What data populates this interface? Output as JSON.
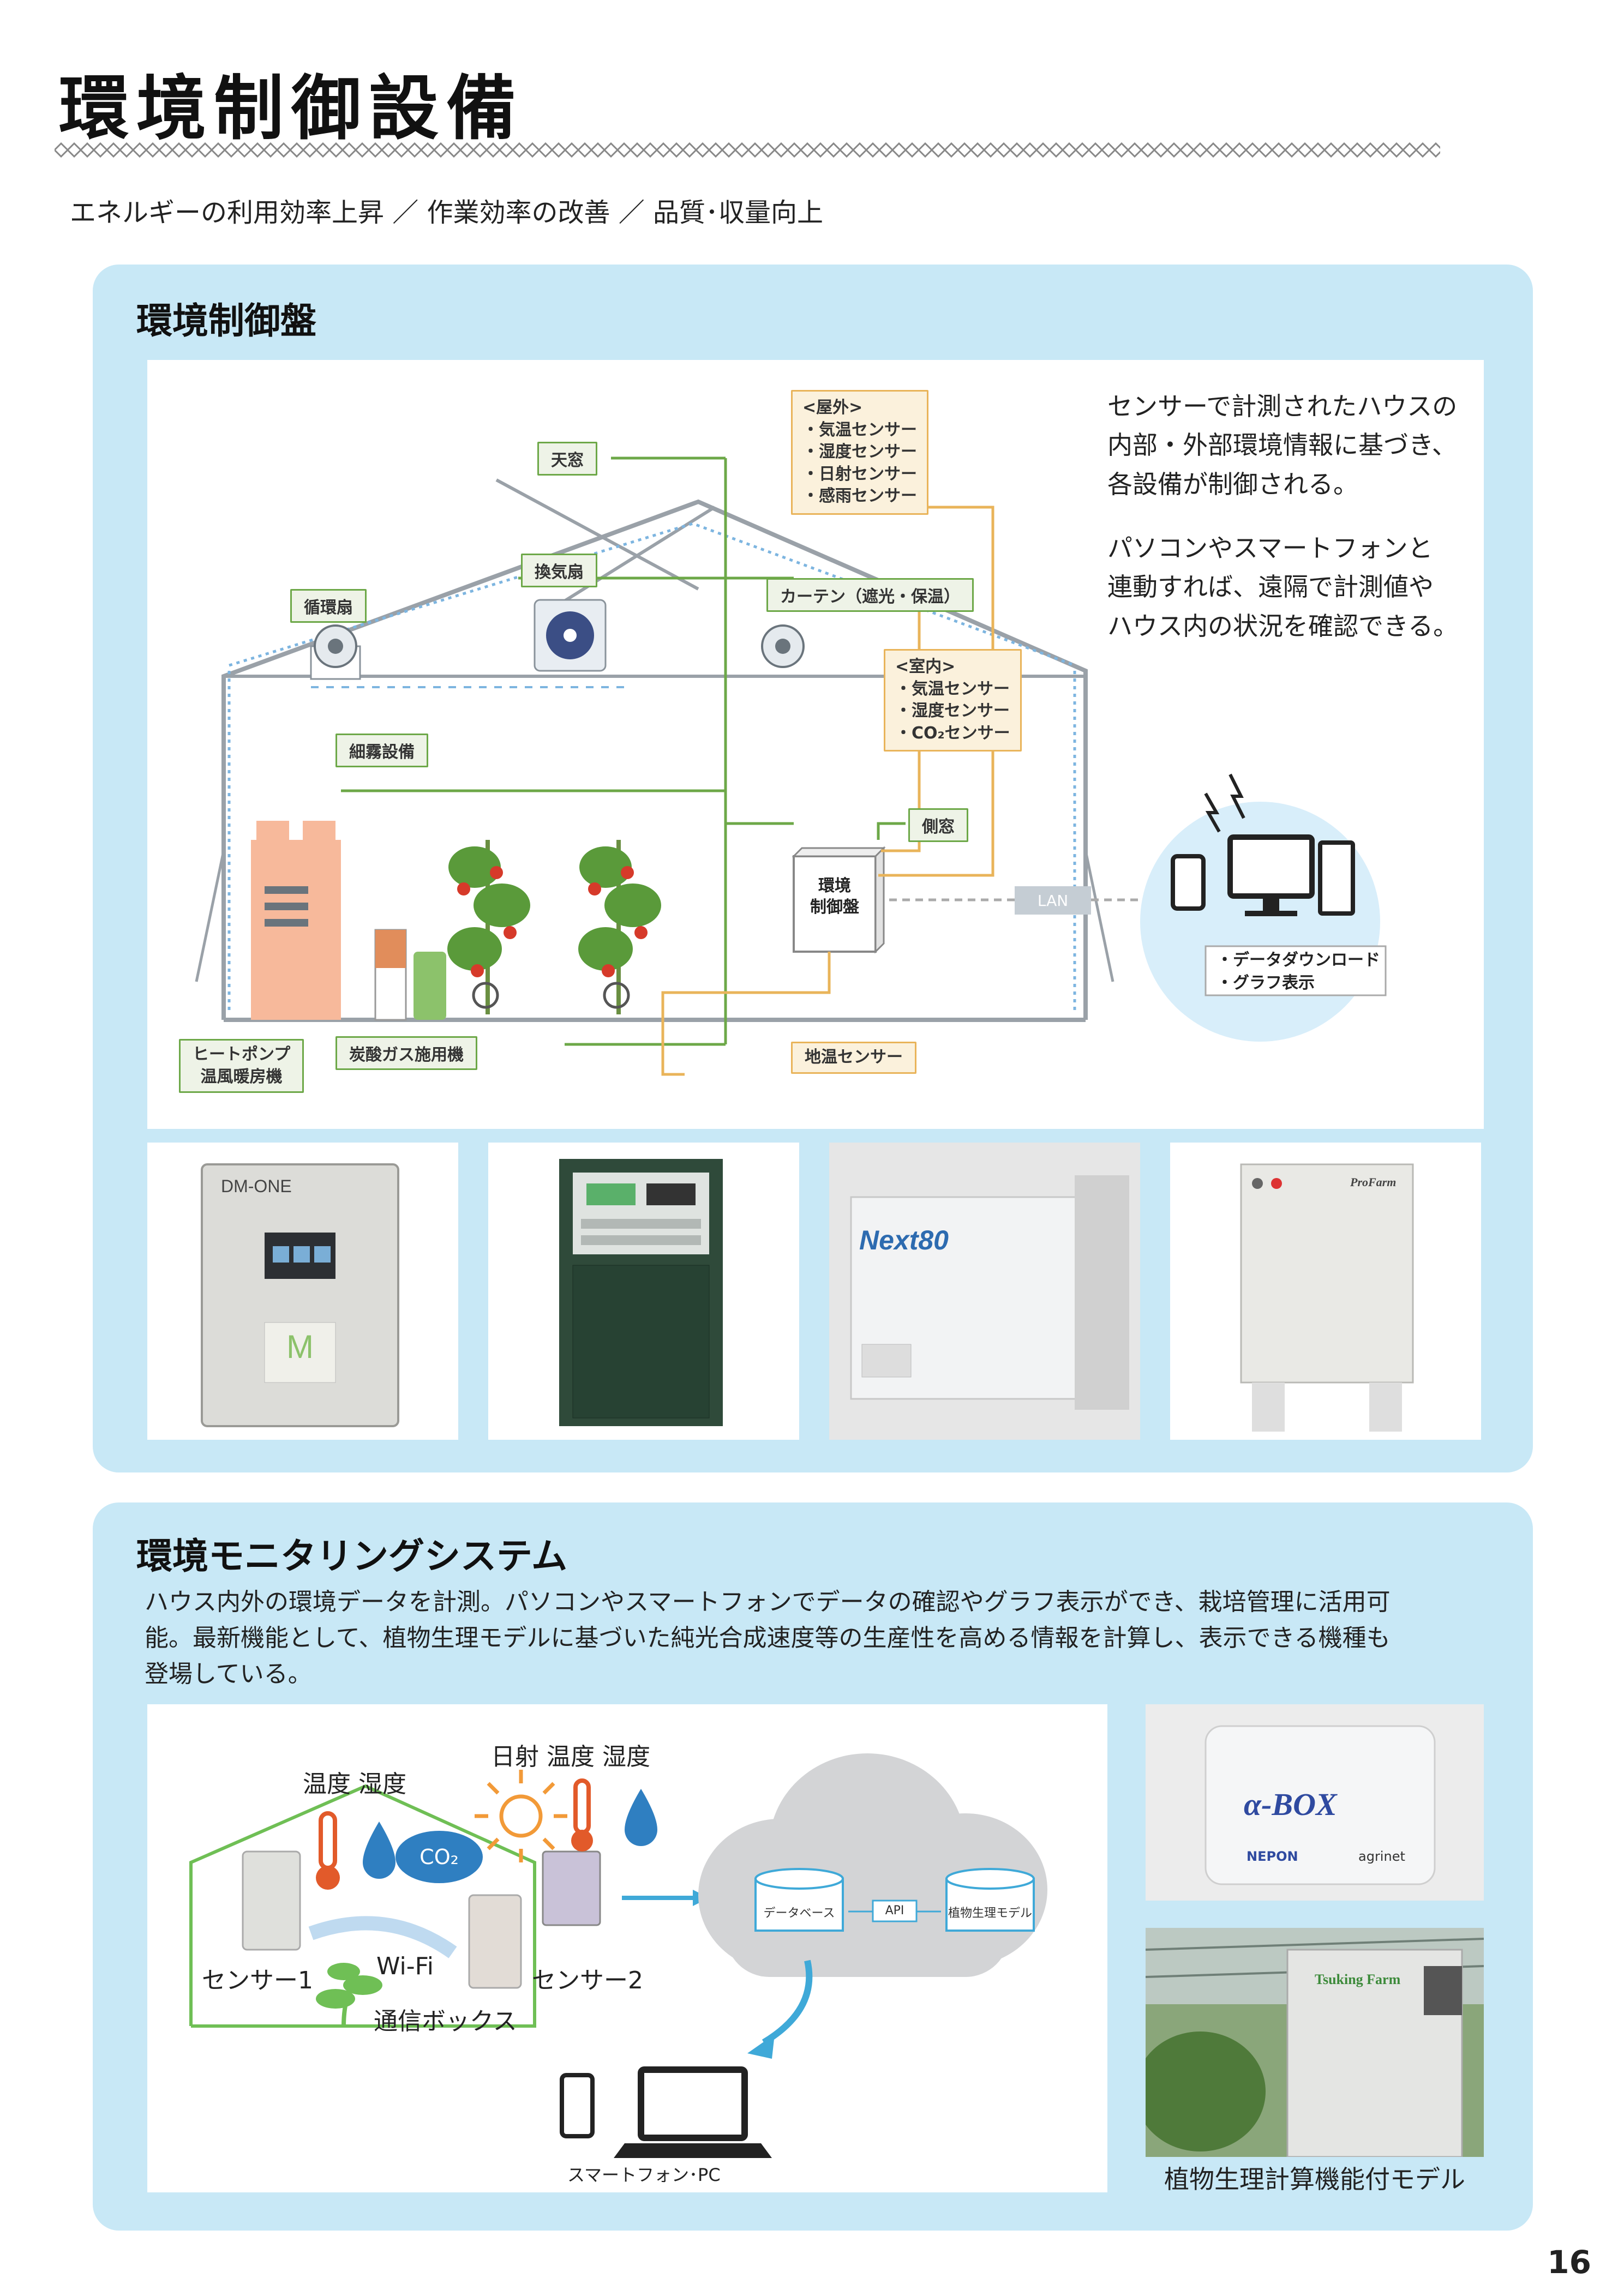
{
  "page": {
    "title": "環境制御設備",
    "subtitle": "エネルギーの利用効率上昇 ／ 作業効率の改善 ／ 品質･収量向上",
    "page_number": "16"
  },
  "control_panel": {
    "heading": "環境制御盤",
    "diagram": {
      "labels": {
        "tenmado": "天窓",
        "kankisen": "換気扇",
        "junkansen": "循環扇",
        "curtain": "カーテン（遮光・保温）",
        "saimu": "細霧設備",
        "sokumado": "側窓",
        "heatpump": "ヒートポンプ\n温風暖房機",
        "tansan": "炭酸ガス施用機",
        "chion": "地温センサー",
        "box": "環境\n制御盤",
        "lan": "LAN"
      },
      "outdoor_sensors": "<屋外>\n・気温センサー\n・湿度センサー\n・日射センサー\n・感雨センサー",
      "indoor_sensors": "<室内>\n・気温センサー\n・湿度センサー\n・CO₂センサー",
      "device_features": "・データダウンロード\n・グラフ表示"
    },
    "description_1": "センサーで計測されたハウスの\n内部・外部環境情報に基づき、\n各設備が制御される。",
    "description_2": "パソコンやスマートフォンと\n連動すれば、遠隔で計測値や\nハウス内の状況を確認できる。",
    "products": {
      "p1_label": "DM-ONE",
      "p3_label": "Next80",
      "p4_label": "ProFarm"
    }
  },
  "monitoring": {
    "heading": "環境モニタリングシステム",
    "paragraph": "ハウス内外の環境データを計測。パソコンやスマートフォンでデータの確認やグラフ表示ができ、栽培管理に活用可\n能。最新機能として、植物生理モデルに基づいた純光合成速度等の生産性を高める情報を計算し、表示できる機種も\n登場している。",
    "diagram": {
      "indoor_measure": "温度 湿度",
      "outdoor_measure": "日射 温度 湿度",
      "co2": "CO₂",
      "sensor1": "センサー1",
      "sensor2": "センサー2",
      "wifi": "Wi-Fi",
      "box": "通信ボックス",
      "database": "データベース",
      "api": "API",
      "model": "植物生理モデル",
      "devices": "スマートフォン･PC"
    },
    "product_label": "α-BOX",
    "product_maker": "NEPON",
    "product_partner": "agrinet",
    "farm_label": "Tsuking Farm",
    "caption": "植物生理計算機能付モデル"
  }
}
